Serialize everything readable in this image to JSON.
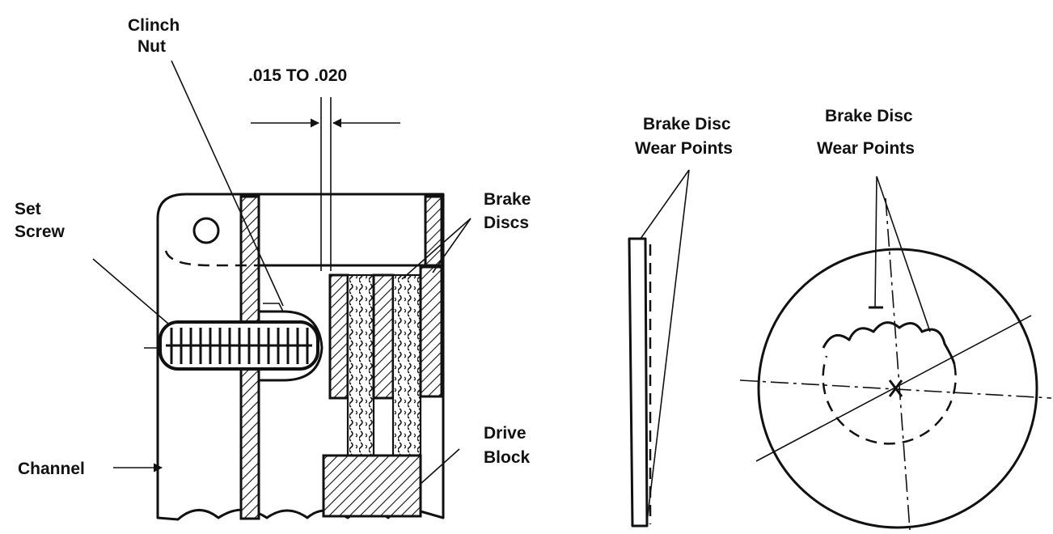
{
  "labels": {
    "clinch_nut": [
      "Clinch",
      "Nut"
    ],
    "gap": ".015 TO .020",
    "set_screw": [
      "Set",
      "Screw"
    ],
    "brake_discs": [
      "Brake",
      "Discs"
    ],
    "wear_points_edge": [
      "Brake Disc",
      "Wear Points"
    ],
    "wear_points_face": [
      "Brake Disc",
      "Wear Points"
    ],
    "drive_block": [
      "Drive",
      "Block"
    ],
    "channel": "Channel"
  },
  "colors": {
    "ink": "#111111",
    "paper": "#ffffff"
  }
}
